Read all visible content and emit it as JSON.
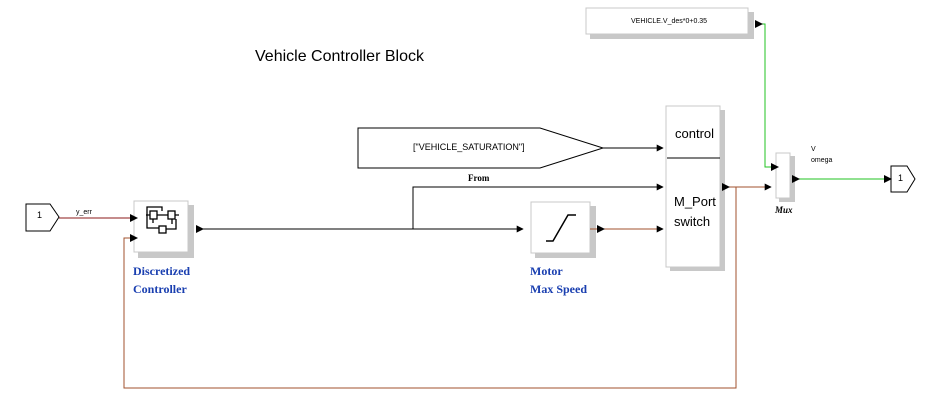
{
  "diagram": {
    "title": "Vehicle Controller Block",
    "inport": {
      "label": "1"
    },
    "outport": {
      "label": "1"
    },
    "signal_y_err": "y_err",
    "const_block": {
      "label": "VEHICLE.V_des*0+0.35"
    },
    "goto_block": {
      "label": "[\"VEHICLE_SATURATION\"]"
    },
    "from_label": "From",
    "controller": {
      "line1": "Discretized",
      "line2": "Controller"
    },
    "saturation": {
      "line1": "Motor",
      "line2": "Max Speed"
    },
    "switch_block": {
      "top_label": "control",
      "mid_label": "M_Port",
      "bottom_label": "switch"
    },
    "mux": {
      "label": "Mux",
      "in1": "V",
      "in2": "omega"
    },
    "colors": {
      "green_line": "#22c322",
      "brown_line": "#a0522d",
      "dark_red_line": "#8b1a1a",
      "label_blue": "#1a3fb0"
    }
  }
}
